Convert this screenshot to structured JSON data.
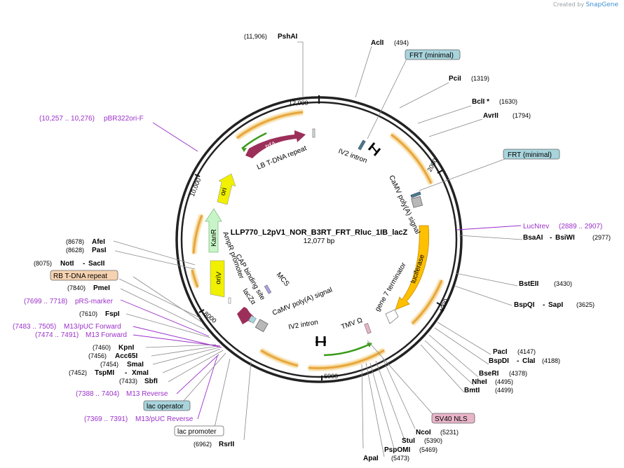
{
  "credit": {
    "prefix": "Created by",
    "brand": "SnapGene"
  },
  "plasmid": {
    "name": "LLP770_L2pV1_NOR_B3RT_FRT_Rluc_1IB_lacZ",
    "length_label": "12,077 bp"
  },
  "ticks": [
    "2000",
    "4000",
    "6000",
    "8000",
    "10,000",
    "12,000"
  ],
  "sites": [
    {
      "name": "PshAI",
      "pos": "(11,906)"
    },
    {
      "name": "AclI",
      "pos": "(494)"
    },
    {
      "name": "PciI",
      "pos": "(1319)"
    },
    {
      "name": "BclI *",
      "pos": "(1630)"
    },
    {
      "name": "AvrII",
      "pos": "(1794)"
    },
    {
      "name": "BsaAI",
      "pos": ""
    },
    {
      "name": "BsiWI",
      "pos": "(2977)"
    },
    {
      "name": "BstEII",
      "pos": "(3430)"
    },
    {
      "name": "BspQI",
      "pos": ""
    },
    {
      "name": "SapI",
      "pos": "(3625)"
    },
    {
      "name": "PacI",
      "pos": "(4147)"
    },
    {
      "name": "BspDI",
      "pos": ""
    },
    {
      "name": "ClaI",
      "pos": "(4188)"
    },
    {
      "name": "BseRI",
      "pos": "(4378)"
    },
    {
      "name": "NheI",
      "pos": "(4495)"
    },
    {
      "name": "BmtI",
      "pos": "(4499)"
    },
    {
      "name": "NcoI",
      "pos": "(5231)"
    },
    {
      "name": "StuI",
      "pos": "(5390)"
    },
    {
      "name": "PspOMI",
      "pos": "(5469)"
    },
    {
      "name": "ApaI",
      "pos": "(5473)"
    },
    {
      "name": "RsrII",
      "pos": "(6962)"
    },
    {
      "name": "SbfI",
      "pos": "(7433)"
    },
    {
      "name": "TspMI",
      "pos": "(7452)"
    },
    {
      "name": "XmaI",
      "pos": ""
    },
    {
      "name": "SmaI",
      "pos": "(7454)"
    },
    {
      "name": "Acc65I",
      "pos": "(7456)"
    },
    {
      "name": "KpnI",
      "pos": "(7460)"
    },
    {
      "name": "FspI",
      "pos": "(7610)"
    },
    {
      "name": "PmeI",
      "pos": "(7840)"
    },
    {
      "name": "NotI",
      "pos": "(8075)"
    },
    {
      "name": "SacII",
      "pos": ""
    },
    {
      "name": "PasI",
      "pos": "(8628)"
    },
    {
      "name": "AfeI",
      "pos": "(8678)"
    }
  ],
  "primers": [
    {
      "range": "(10,257 .. 10,276)",
      "name": "pBR322ori-F"
    },
    {
      "name": "LucNrev",
      "range": "(2889 .. 2907)"
    },
    {
      "range": "(7699 .. 7718)",
      "name": "pRS-marker"
    },
    {
      "range": "(7483 .. 7505)",
      "name": "M13/pUC Forward"
    },
    {
      "range": "(7474 .. 7491)",
      "name": "M13 Forward"
    },
    {
      "range": "(7388 .. 7404)",
      "name": "M13 Reverse"
    },
    {
      "range": "(7369 .. 7391)",
      "name": "M13/pUC Reverse"
    }
  ],
  "feature_tags": [
    {
      "label": "FRT (minimal)",
      "color": "#a8d4dc"
    },
    {
      "label": "FRT (minimal)",
      "color": "#a8d4dc"
    },
    {
      "label": "SV40 NLS",
      "color": "#e8b4c8"
    },
    {
      "label": "lac operator",
      "color": "#a8d4dc"
    },
    {
      "label": "lac promoter",
      "color": "#ffffff"
    },
    {
      "label": "RB T-DNA repeat",
      "color": "#f6d2b0"
    }
  ],
  "features": {
    "trfA": "trfA",
    "lb_tdna": "LB T-DNA repeat",
    "ori": "ori",
    "kanr": "KanR",
    "ampr_promoter": "AmpR promoter",
    "oriv": "oriV",
    "cap_site": "CAP binding site",
    "lacza": "lacZα",
    "mcs": "MCS",
    "camv_polya_2": "CaMV poly(A) signal",
    "ivs_intron_2": "IV2 intron",
    "tmv": "TMV Ω",
    "gene7": "gene 7 terminator",
    "luciferase": "luciferase",
    "camv_polya_1": "CaMV poly(A) signal",
    "ivs_intron_1": "IV2 intron"
  },
  "colors": {
    "trfA": "#9c2f5a",
    "ori": "#f0f000",
    "oriv": "#f0f000",
    "kanr": "#c8f5c8",
    "luciferase": "#ffc000",
    "lacza": "#9c2f5a",
    "primer": "#9b30c9",
    "orf": "#e8a33a",
    "orf_inner": "#3a9a1a"
  }
}
